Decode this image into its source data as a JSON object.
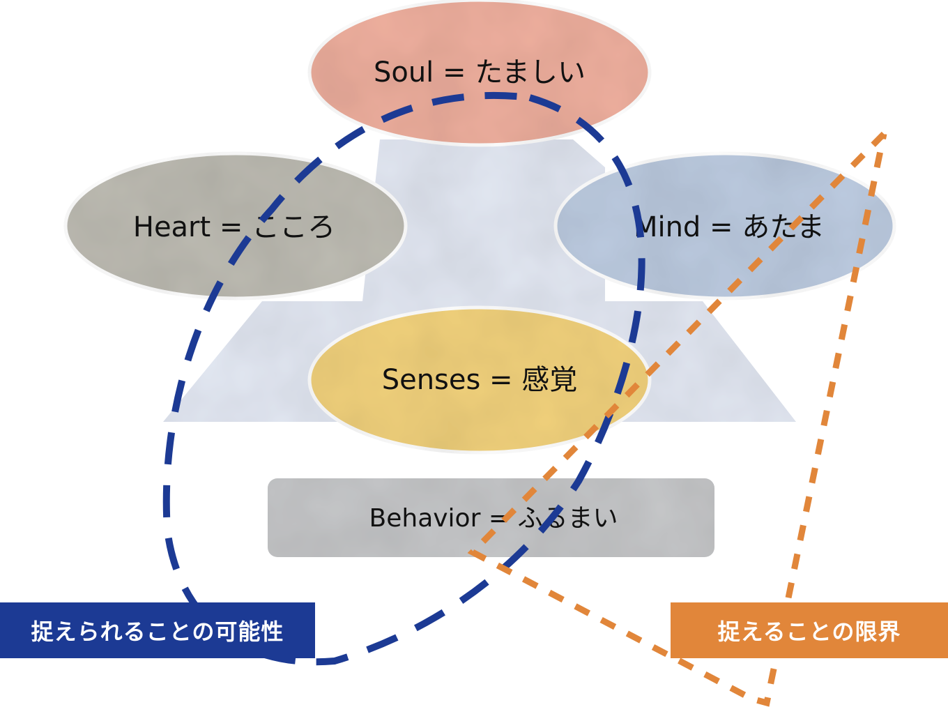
{
  "nodes": {
    "soul": {
      "label": "Soul = たましい",
      "color": "#eeaf9e"
    },
    "heart": {
      "label": "Heart = こころ",
      "color": "#bdbbb2"
    },
    "mind": {
      "label": "Mind = あたま",
      "color": "#bccbe0"
    },
    "senses": {
      "label": "Senses = 感覚",
      "color": "#f2d27d"
    },
    "behavior": {
      "label": "Behavior = ふるまい",
      "color": "#c6c7c9"
    }
  },
  "pyramid_color": "#e3e8f3",
  "banners": {
    "possibility": {
      "label": "捉えられることの可能性",
      "color": "#1c3a94"
    },
    "limit": {
      "label": "捉えることの限界",
      "color": "#e1863a"
    }
  },
  "lines": {
    "circle_color": "#1c3a94",
    "triangle_color": "#e1863a"
  }
}
